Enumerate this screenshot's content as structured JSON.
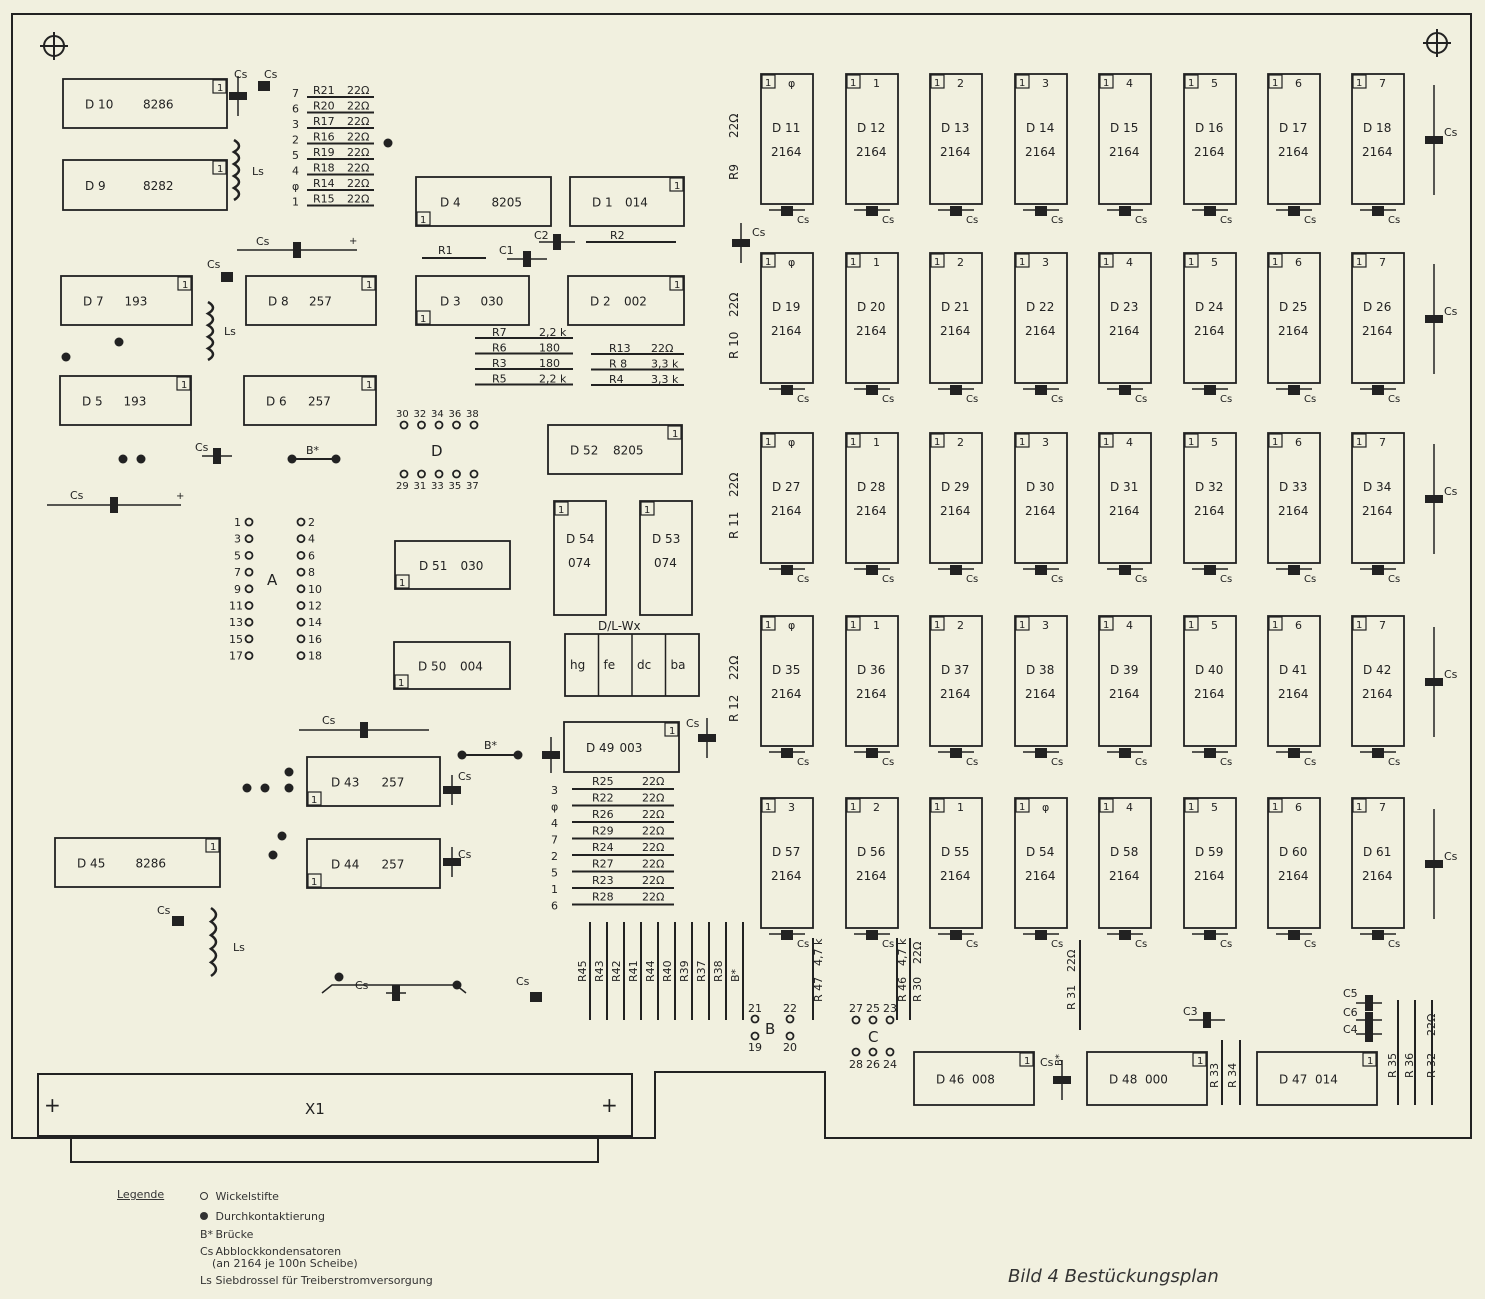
{
  "caption": "Bild 4  Bestückungsplan",
  "connector_label": "X1",
  "legend": {
    "title": "Legende",
    "items": [
      {
        "symbol": "o",
        "text": "Wickelstifte"
      },
      {
        "symbol": "dot",
        "text": "Durchkontaktierung"
      },
      {
        "symbol": "B*",
        "text": "Brücke"
      },
      {
        "symbol": "Cs",
        "text": "Abblockkondensatoren"
      },
      {
        "symbol": "",
        "text": "(an 2164 je 100n Scheibe)"
      },
      {
        "symbol": "Ls",
        "text": "Siebdrossel für Treiberstromversorgung"
      }
    ]
  },
  "ram_rows": [
    {
      "r": "R9",
      "rv": "22Ω",
      "ids": [
        "D 11",
        "D 12",
        "D 13",
        "D 14",
        "D 15",
        "D 16",
        "D 17",
        "D 18"
      ],
      "bits": [
        "φ",
        "1",
        "2",
        "3",
        "4",
        "5",
        "6",
        "7"
      ]
    },
    {
      "r": "R 10",
      "rv": "22Ω",
      "ids": [
        "D 19",
        "D 20",
        "D 21",
        "D 22",
        "D 23",
        "D 24",
        "D 25",
        "D 26"
      ],
      "bits": [
        "φ",
        "1",
        "2",
        "3",
        "4",
        "5",
        "6",
        "7"
      ]
    },
    {
      "r": "R 11",
      "rv": "22Ω",
      "ids": [
        "D 27",
        "D 28",
        "D 29",
        "D 30",
        "D 31",
        "D 32",
        "D 33",
        "D 34"
      ],
      "bits": [
        "φ",
        "1",
        "2",
        "3",
        "4",
        "5",
        "6",
        "7"
      ]
    },
    {
      "r": "R 12",
      "rv": "22Ω",
      "ids": [
        "D 35",
        "D 36",
        "D 37",
        "D 38",
        "D 39",
        "D 40",
        "D 41",
        "D 42"
      ],
      "bits": [
        "φ",
        "1",
        "2",
        "3",
        "4",
        "5",
        "6",
        "7"
      ]
    },
    {
      "r": "",
      "rv": "",
      "ids": [
        "D 57",
        "D 56",
        "D 55",
        "D 54",
        "D 58",
        "D 59",
        "D 60",
        "D 61"
      ],
      "bits": [
        "3",
        "2",
        "1",
        "φ",
        "4",
        "5",
        "6",
        "7"
      ]
    }
  ],
  "ram_type": "2164",
  "ics": [
    {
      "name": "D 10",
      "type": "8286"
    },
    {
      "name": "D 9",
      "type": "8282"
    },
    {
      "name": "D 7",
      "type": "193"
    },
    {
      "name": "D 8",
      "type": "257"
    },
    {
      "name": "D 5",
      "type": "193"
    },
    {
      "name": "D 6",
      "type": "257"
    },
    {
      "name": "D 4",
      "type": "8205"
    },
    {
      "name": "D 1",
      "type": "014"
    },
    {
      "name": "D 3",
      "type": "030"
    },
    {
      "name": "D 2",
      "type": "002"
    },
    {
      "name": "D 52",
      "type": "8205"
    },
    {
      "name": "D 51",
      "type": "030"
    },
    {
      "name": "D 50",
      "type": "004"
    },
    {
      "name": "D 54",
      "type": "074"
    },
    {
      "name": "D 53",
      "type": "074"
    },
    {
      "name": "D 49",
      "type": "003"
    },
    {
      "name": "D 43",
      "type": "257"
    },
    {
      "name": "D 44",
      "type": "257"
    },
    {
      "name": "D 45",
      "type": "8286"
    },
    {
      "name": "D 46",
      "type": "008"
    },
    {
      "name": "D 48",
      "type": "000"
    },
    {
      "name": "D 47",
      "type": "014"
    }
  ],
  "pin1": "1",
  "resnet_top": [
    {
      "bit": "7",
      "r": "R21",
      "v": "22Ω"
    },
    {
      "bit": "6",
      "r": "R20",
      "v": "22Ω"
    },
    {
      "bit": "3",
      "r": "R17",
      "v": "22Ω"
    },
    {
      "bit": "2",
      "r": "R16",
      "v": "22Ω"
    },
    {
      "bit": "5",
      "r": "R19",
      "v": "22Ω"
    },
    {
      "bit": "4",
      "r": "R18",
      "v": "22Ω"
    },
    {
      "bit": "φ",
      "r": "R14",
      "v": "22Ω"
    },
    {
      "bit": "1",
      "r": "R15",
      "v": "22Ω"
    }
  ],
  "resnet_mid": [
    {
      "r": "R25",
      "v": "22Ω",
      "bit": "3"
    },
    {
      "r": "R22",
      "v": "22Ω",
      "bit": "φ"
    },
    {
      "r": "R26",
      "v": "22Ω",
      "bit": "4"
    },
    {
      "r": "R29",
      "v": "22Ω",
      "bit": "7"
    },
    {
      "r": "R24",
      "v": "22Ω",
      "bit": "2"
    },
    {
      "r": "R27",
      "v": "22Ω",
      "bit": "5"
    },
    {
      "r": "R23",
      "v": "22Ω",
      "bit": "1"
    },
    {
      "r": "R28",
      "v": "22Ω",
      "bit": "6"
    }
  ],
  "res_left": [
    {
      "r": "R7",
      "v": "2,2 k"
    },
    {
      "r": "R6",
      "v": "180"
    },
    {
      "r": "R3",
      "v": "180"
    },
    {
      "r": "R5",
      "v": "2,2 k"
    }
  ],
  "res_right": [
    {
      "r": "R13",
      "v": "22Ω"
    },
    {
      "r": "R 8",
      "v": "3,3 k"
    },
    {
      "r": "R4",
      "v": "3,3 k"
    }
  ],
  "vert_res": [
    "R45",
    "R43",
    "R42",
    "R41",
    "R44",
    "R40",
    "R39",
    "R37",
    "R38",
    "B*"
  ],
  "labels": {
    "cs": "Cs",
    "ls": "Ls",
    "bridge": "B*",
    "r1": "R1",
    "r2": "R2",
    "c1": "C1",
    "c2": "C2",
    "c3": "C3",
    "c5": "C5",
    "c6": "C6",
    "c4": "C4",
    "r47": "R 47",
    "r47v": "4,7 k",
    "r46": "R 46",
    "r46v": "4,7 k",
    "r30": "R 30",
    "r30v": "22Ω",
    "r31": "R 31",
    "r31v": "22Ω",
    "r33": "R 33",
    "r34": "R 34",
    "r35": "R 35",
    "r36": "R 36",
    "r32": "R 32",
    "r32v": "22Ω",
    "dlwx": "D/L-Wx",
    "dl_cells": [
      "hg",
      "fe",
      "dc",
      "ba"
    ],
    "block_a": "A",
    "block_b": "B",
    "block_c": "C",
    "block_d": "D",
    "d_top": [
      "30",
      "32",
      "34",
      "36",
      "38"
    ],
    "d_bot": [
      "29",
      "31",
      "33",
      "35",
      "37"
    ],
    "a_left": [
      "1",
      "3",
      "5",
      "7",
      "9",
      "11",
      "13",
      "15",
      "17"
    ],
    "a_right": [
      "2",
      "4",
      "6",
      "8",
      "10",
      "12",
      "14",
      "16",
      "18"
    ],
    "b_top": [
      "21",
      "22"
    ],
    "b_bot": [
      "19",
      "20"
    ],
    "c_top": [
      "27",
      "25",
      "23"
    ],
    "c_bot": [
      "28",
      "26",
      "24"
    ]
  },
  "colors": {
    "paper": "#f1f0df",
    "ink": "#222222"
  }
}
